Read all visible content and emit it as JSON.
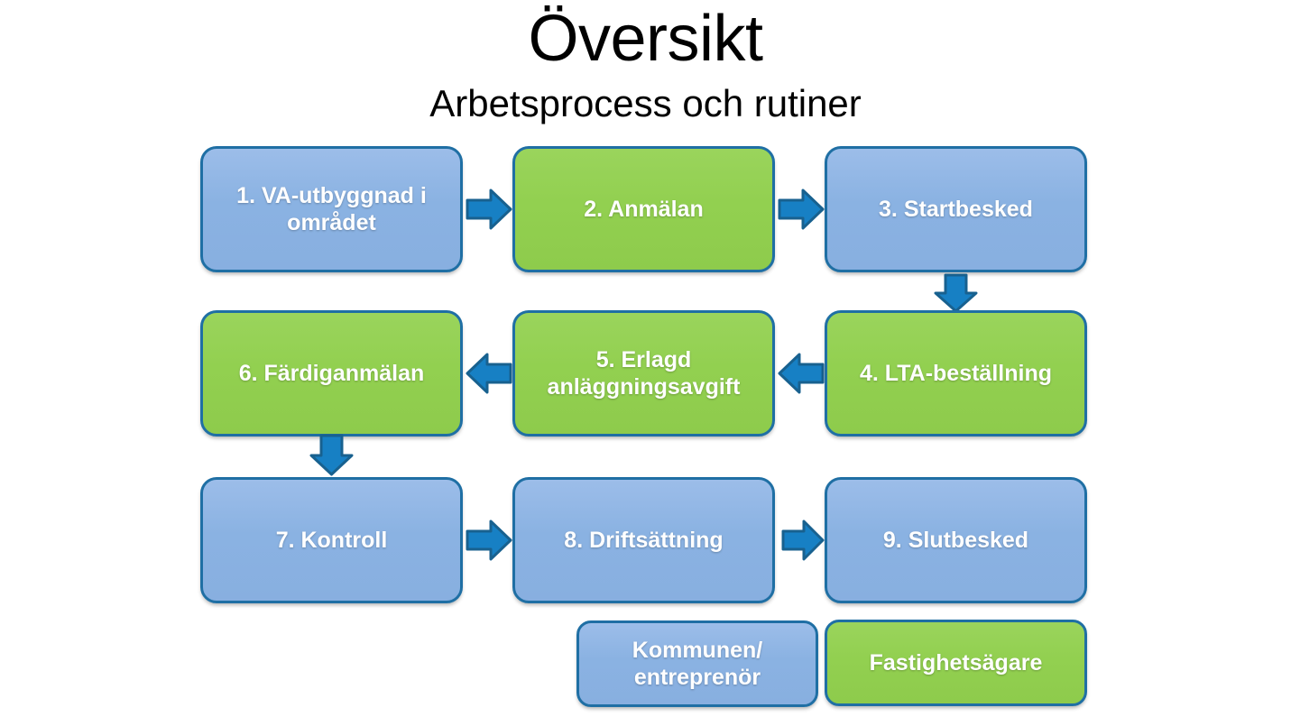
{
  "header": {
    "title": "Översikt",
    "subtitle": "Arbetsprocess och rutiner"
  },
  "colors": {
    "municipality_fill": "#8AB2E2",
    "property_owner_fill": "#92D050",
    "box_border": "#1F6FA4",
    "arrow_fill": "#1780C4",
    "arrow_outline": "#18618F",
    "text": "#FFFFFF",
    "background": "#FFFFFF"
  },
  "process": {
    "steps": [
      {
        "id": "step-1",
        "number": "1.",
        "label": "1. VA-utbyggnad i området",
        "owner": "municipality",
        "color": "blue",
        "row": 1,
        "col": 1
      },
      {
        "id": "step-2",
        "number": "2.",
        "label": "2. Anmälan",
        "owner": "property_owner",
        "color": "green",
        "row": 1,
        "col": 2
      },
      {
        "id": "step-3",
        "number": "3.",
        "label": "3. Startbesked",
        "owner": "municipality",
        "color": "blue",
        "row": 1,
        "col": 3
      },
      {
        "id": "step-4",
        "number": "4.",
        "label": "4. LTA-beställning",
        "owner": "property_owner",
        "color": "green",
        "row": 2,
        "col": 3
      },
      {
        "id": "step-5",
        "number": "5.",
        "label": "5. Erlagd anläggningsavgift",
        "owner": "property_owner",
        "color": "green",
        "row": 2,
        "col": 2
      },
      {
        "id": "step-6",
        "number": "6.",
        "label": "6. Färdiganmälan",
        "owner": "property_owner",
        "color": "green",
        "row": 2,
        "col": 1
      },
      {
        "id": "step-7",
        "number": "7.",
        "label": "7. Kontroll",
        "owner": "municipality",
        "color": "blue",
        "row": 3,
        "col": 1
      },
      {
        "id": "step-8",
        "number": "8.",
        "label": "8. Driftsättning",
        "owner": "municipality",
        "color": "blue",
        "row": 3,
        "col": 2
      },
      {
        "id": "step-9",
        "number": "9.",
        "label": "9. Slutbesked",
        "owner": "municipality",
        "color": "blue",
        "row": 3,
        "col": 3
      }
    ],
    "connectors": [
      {
        "id": "arrow-1-2",
        "direction": "right",
        "from": "step-1",
        "to": "step-2"
      },
      {
        "id": "arrow-2-3",
        "direction": "right",
        "from": "step-2",
        "to": "step-3"
      },
      {
        "id": "arrow-3-4",
        "direction": "down",
        "from": "step-3",
        "to": "step-4"
      },
      {
        "id": "arrow-4-5",
        "direction": "left",
        "from": "step-4",
        "to": "step-5"
      },
      {
        "id": "arrow-5-6",
        "direction": "left",
        "from": "step-5",
        "to": "step-6"
      },
      {
        "id": "arrow-6-7",
        "direction": "down",
        "from": "step-6",
        "to": "step-7"
      },
      {
        "id": "arrow-7-8",
        "direction": "right",
        "from": "step-7",
        "to": "step-8"
      },
      {
        "id": "arrow-8-9",
        "direction": "right",
        "from": "step-8",
        "to": "step-9"
      }
    ]
  },
  "legend": {
    "items": [
      {
        "id": "legend-municipality",
        "label": "Kommunen/ entreprenör",
        "color": "blue"
      },
      {
        "id": "legend-property-owner",
        "label": "Fastighetsägare",
        "color": "green"
      }
    ]
  }
}
